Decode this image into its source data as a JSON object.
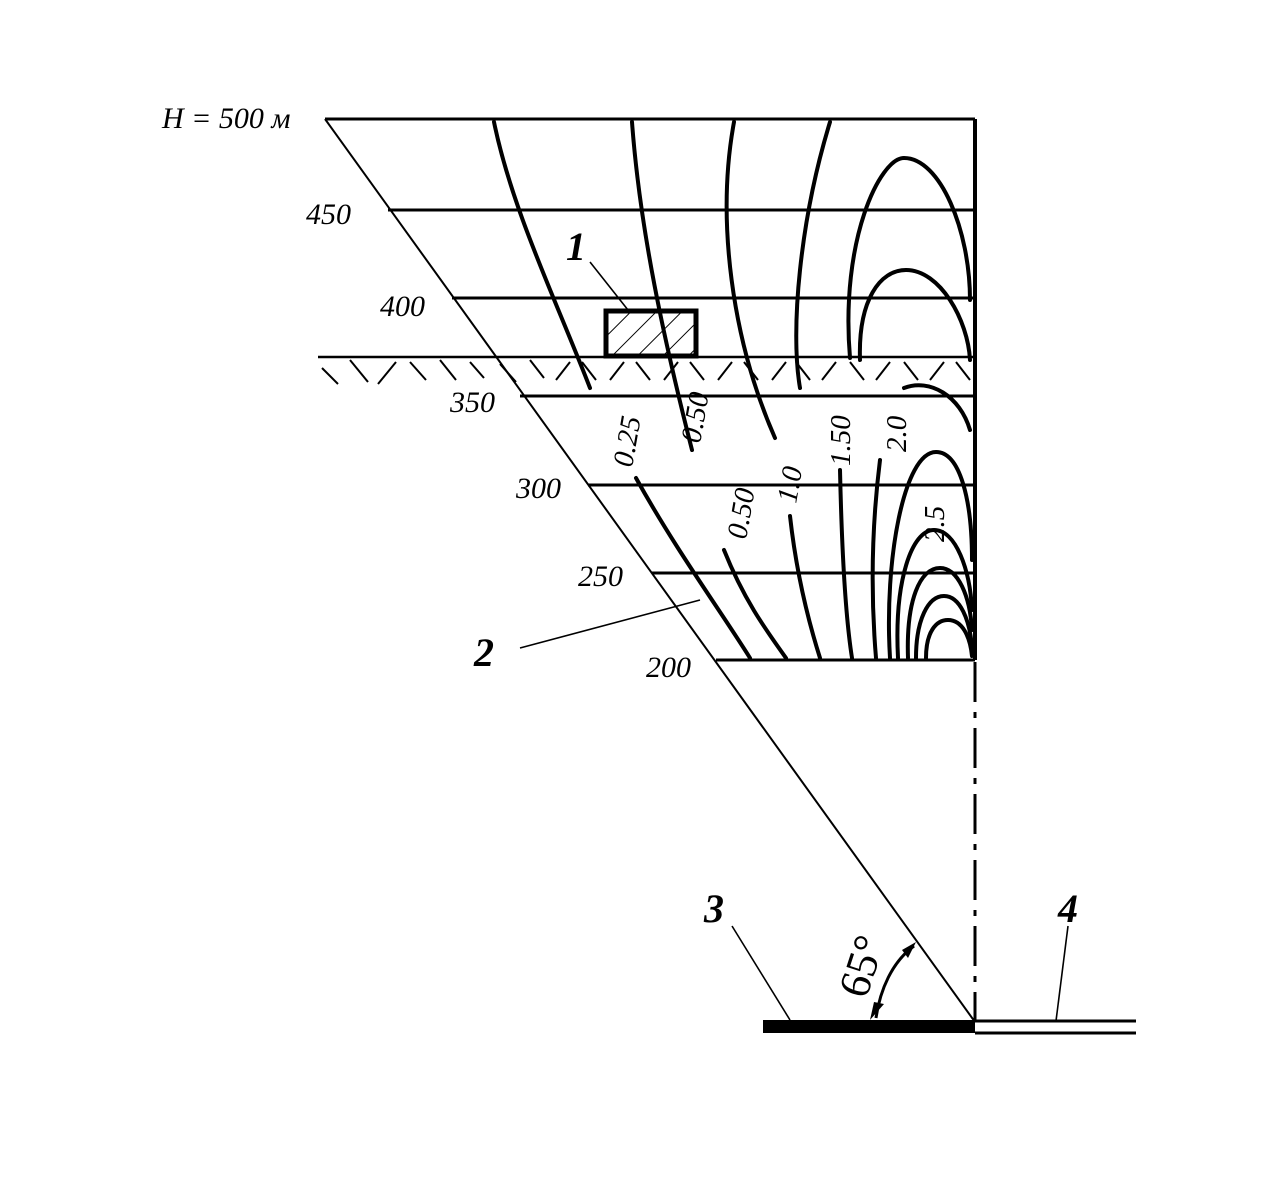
{
  "depth_levels": [
    {
      "label": "H = 500 м",
      "depth": 500
    },
    {
      "label": "450",
      "depth": 450
    },
    {
      "label": "400",
      "depth": 400
    },
    {
      "label": "350",
      "depth": 350
    },
    {
      "label": "300",
      "depth": 300
    },
    {
      "label": "250",
      "depth": 250
    },
    {
      "label": "200",
      "depth": 200
    }
  ],
  "isoline_labels": [
    "0.25",
    "0.50",
    "0.50",
    "1.0",
    "1.50",
    "2.0",
    "2.5"
  ],
  "callouts": [
    "1",
    "2",
    "3",
    "4"
  ],
  "angle_label": "65°"
}
